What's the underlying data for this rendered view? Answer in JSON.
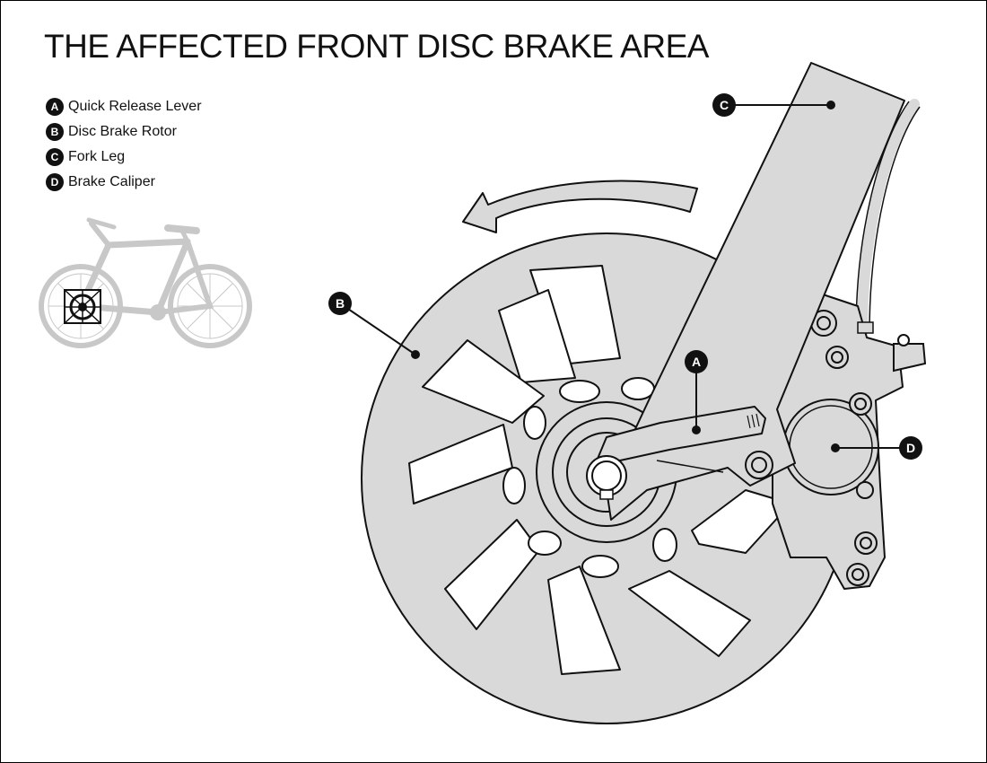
{
  "title": "THE AFFECTED FRONT DISC BRAKE AREA",
  "legend": [
    {
      "key": "A",
      "label": "Quick Release Lever"
    },
    {
      "key": "B",
      "label": "Disc Brake Rotor"
    },
    {
      "key": "C",
      "label": "Fork Leg"
    },
    {
      "key": "D",
      "label": "Brake Caliper"
    }
  ],
  "callouts": {
    "a": "A",
    "b": "B",
    "c": "C",
    "d": "D"
  },
  "colors": {
    "part_fill": "#d9d9d9",
    "outline": "#111111",
    "bike_silhouette": "#c8c8c8",
    "background": "#ffffff"
  }
}
